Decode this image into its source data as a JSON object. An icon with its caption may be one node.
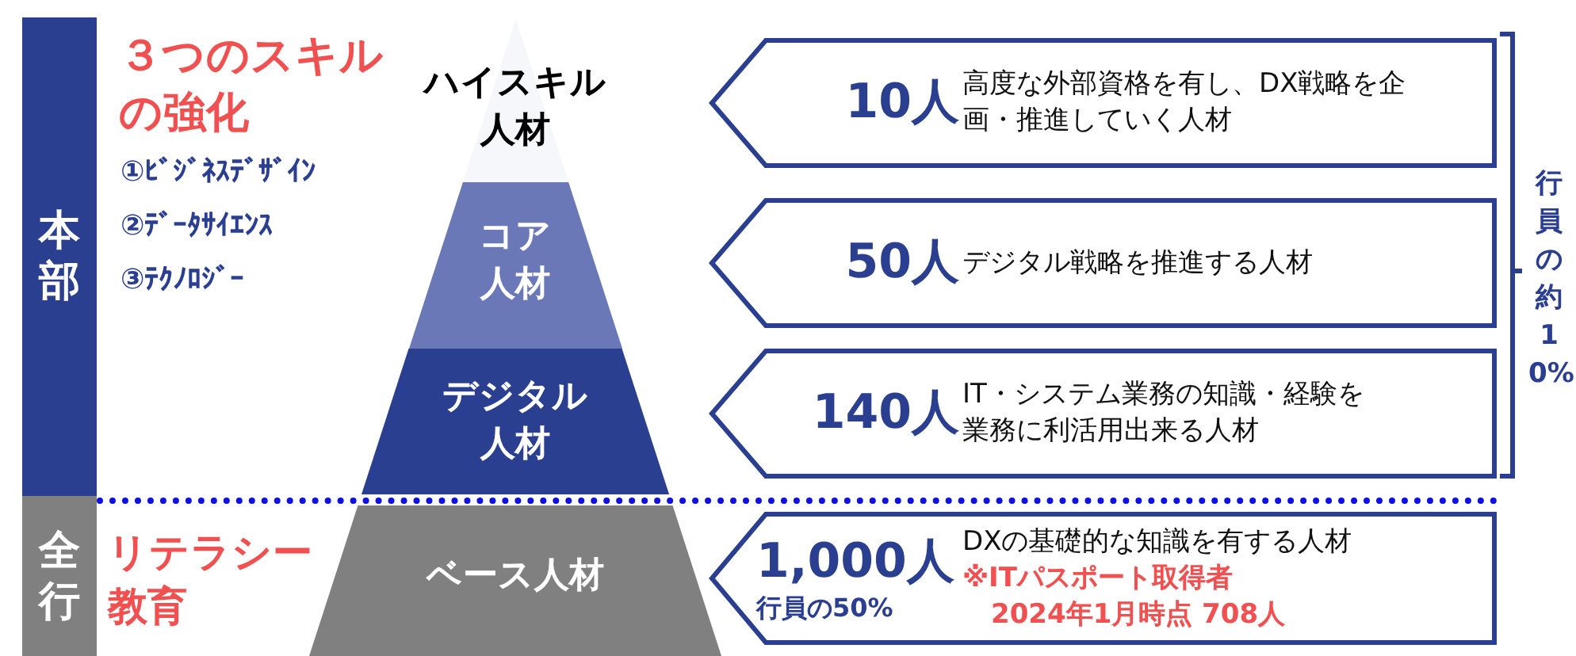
{
  "diagram": {
    "nodes": [
      {
        "text": [
          "本部"
        ]
      },
      {
        "text": [
          "全行"
        ]
      },
      {
        "text": [
          "ハイスキル人材"
        ]
      },
      {
        "text": [
          "コア人材"
        ]
      },
      {
        "text": [
          "デジタル人材"
        ]
      },
      {
        "text": [
          "ベース人材"
        ]
      },
      {
        "text": [
          "10人",
          "高度な外部資格を有し、DX戦略を企画・推進していく人材"
        ]
      },
      {
        "text": [
          "50人",
          "デジタル戦略を推進する人材"
        ]
      },
      {
        "text": [
          "140人",
          "IT・システム業務の知識・経験を業務に利活用出来る人材"
        ]
      },
      {
        "text": [
          "1,000人",
          "行員の50%",
          "DXの基礎的な知識を有する人材",
          "※ITパスポート取得者",
          "2024年1月時点 708人"
        ]
      }
    ],
    "labels": [
      "３つのスキルの強化",
      "①ﾋﾞｼﾞﾈｽﾃﾞｻﾞｲﾝ",
      "②ﾃﾞｰﾀｻｲｴﾝｽ",
      "③ﾃｸﾉﾛｼﾞｰ",
      "リテラシー教育",
      "行員の約10%"
    ]
  }
}
